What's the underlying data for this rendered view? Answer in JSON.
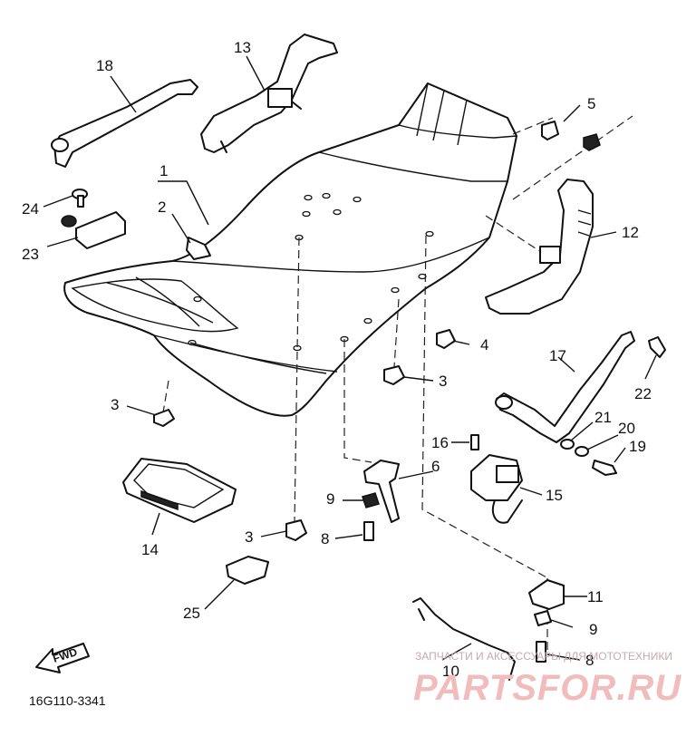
{
  "callouts": [
    "1",
    "2",
    "3",
    "3",
    "3",
    "4",
    "5",
    "6",
    "8",
    "8",
    "9",
    "9",
    "10",
    "11",
    "12",
    "13",
    "14",
    "15",
    "16",
    "17",
    "18",
    "19",
    "20",
    "21",
    "22",
    "23",
    "24",
    "25"
  ],
  "direction_label": "FWD",
  "diagram_code": "16G110-3341",
  "watermark": {
    "caption": "ЗАПЧАСТИ И АКСЕССУАРЫ ДЛЯ МОТОТЕХНИКИ",
    "brand": "PARTSFOR.RU"
  }
}
